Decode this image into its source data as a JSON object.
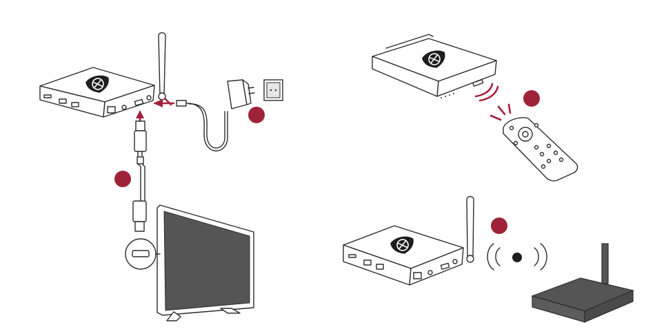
{
  "colors": {
    "accent": "#a51f3c",
    "marker": "#9e2338",
    "line": "#2b2b2b",
    "background": "#ffffff"
  },
  "icons": [
    "tv-box-icon",
    "hdmi-cable-icon",
    "power-adapter-icon",
    "wall-socket-icon",
    "television-icon",
    "remote-control-icon",
    "wifi-router-icon",
    "wireless-signal-icon"
  ],
  "steps": [
    {
      "marker": "step-1-hdmi"
    },
    {
      "marker": "step-2-power"
    },
    {
      "marker": "step-3-remote"
    },
    {
      "marker": "step-4-wifi"
    }
  ]
}
